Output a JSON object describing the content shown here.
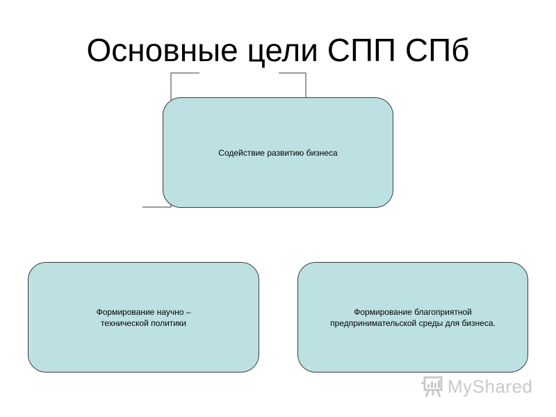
{
  "title": "Основные цели СПП СПб",
  "colors": {
    "box_fill": "#bde0e3",
    "box_border": "#3a3a3a",
    "connector": "#3a3a3a",
    "watermark": "#c9c9c9"
  },
  "nodes": {
    "top": {
      "text": "Содействие развитию бизнеса"
    },
    "left": {
      "text_line1": "Формирование научно –",
      "text_line2": "технической политики"
    },
    "right": {
      "text_line1": "Формирование благоприятной",
      "text_line2": "предпринимательской среды для бизнеса."
    }
  },
  "watermark": {
    "text": "MyShared",
    "icon": "presentation-board-icon"
  }
}
